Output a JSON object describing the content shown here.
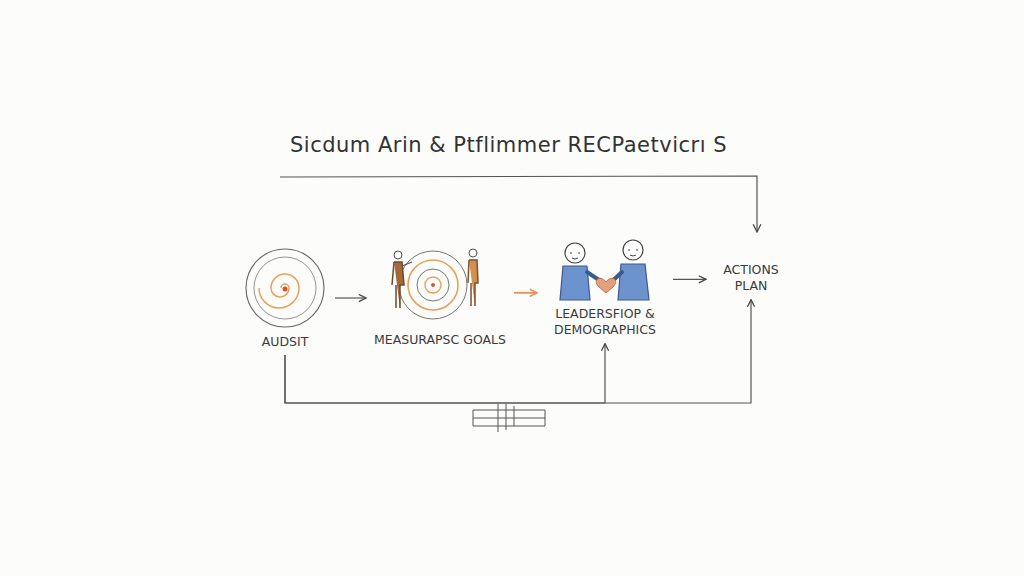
{
  "diagram": {
    "title": "Sicdum Arin & Ptflimmer RECPaetvicrı S",
    "nodes": [
      {
        "text": [
          "AUDSIT"
        ]
      },
      {
        "text": [
          "MEASURAPSC GOALS"
        ]
      },
      {
        "text": [
          "LEADERSFIOP & DEMOGRAPHICS"
        ]
      },
      {
        "text": [
          "ACTIONS PLAN"
        ]
      }
    ],
    "edges": [
      {
        "from": 0,
        "to": 1,
        "arrow": "to"
      },
      {
        "from": 1,
        "to": 2,
        "arrow": "to"
      },
      {
        "from": 2,
        "to": 3,
        "arrow": "to"
      },
      {
        "from": 0,
        "to": 3,
        "arrow": "to"
      },
      {
        "from": 0,
        "to": 2,
        "arrow": "to"
      }
    ]
  }
}
